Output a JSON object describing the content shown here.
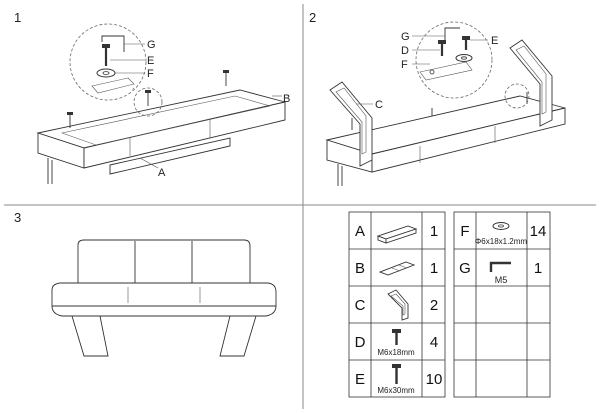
{
  "steps": {
    "s1": {
      "number": "1",
      "callouts": {
        "g": "G",
        "e": "E",
        "f": "F",
        "b": "B",
        "a": "A"
      }
    },
    "s2": {
      "number": "2",
      "callouts": {
        "g": "G",
        "d": "D",
        "f": "F",
        "e": "E",
        "c": "C"
      }
    },
    "s3": {
      "number": "3"
    }
  },
  "parts": [
    {
      "letter": "A",
      "qty": "1",
      "spec": ""
    },
    {
      "letter": "B",
      "qty": "1",
      "spec": ""
    },
    {
      "letter": "C",
      "qty": "2",
      "spec": ""
    },
    {
      "letter": "D",
      "qty": "4",
      "spec": "M6x18mm"
    },
    {
      "letter": "E",
      "qty": "10",
      "spec": "M6x30mm"
    },
    {
      "letter": "F",
      "qty": "14",
      "spec": "Φ6x18x1.2mm"
    },
    {
      "letter": "G",
      "qty": "1",
      "spec": "M5"
    }
  ],
  "colors": {
    "line": "#333333",
    "frame": "#888888"
  }
}
